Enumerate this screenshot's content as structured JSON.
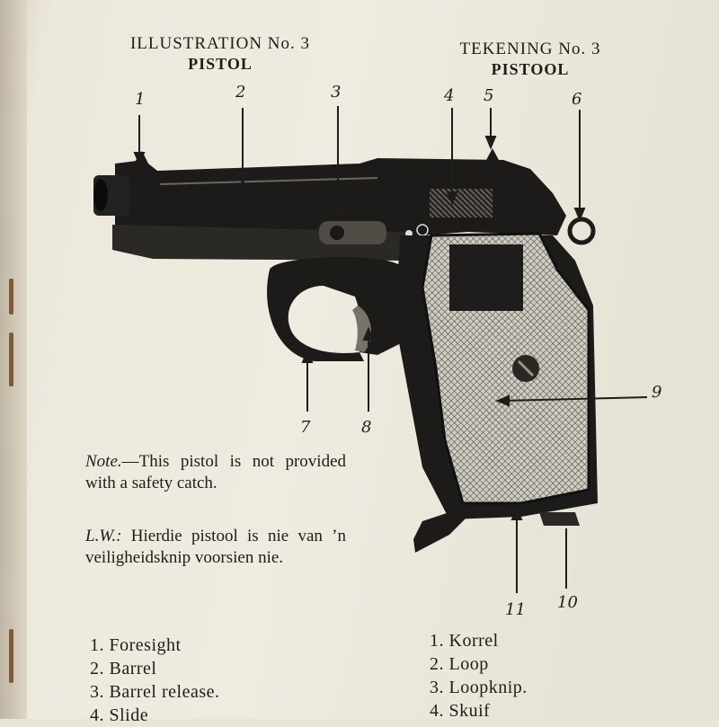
{
  "header_en": {
    "title": "ILLUSTRATION No. 3",
    "subtitle": "PISTOL"
  },
  "header_af": {
    "title": "TEKENING No. 3",
    "subtitle": "PISTOOL"
  },
  "callouts": [
    "1",
    "2",
    "3",
    "4",
    "5",
    "6",
    "7",
    "8",
    "9",
    "10",
    "11"
  ],
  "note_en": {
    "lead": "Note.",
    "text": "—This pistol is not provided with a safety catch."
  },
  "note_af": {
    "lead": "L.W.:",
    "text": " Hierdie pistool is nie van ’n veiligheidsknip voorsien nie."
  },
  "legend_en": [
    {
      "n": "1.",
      "label": "Foresight"
    },
    {
      "n": "2.",
      "label": "Barrel"
    },
    {
      "n": "3.",
      "label": "Barrel release."
    },
    {
      "n": "4.",
      "label": "Slide"
    }
  ],
  "legend_af": [
    {
      "n": "1.",
      "label": "Korrel"
    },
    {
      "n": "2.",
      "label": "Loop"
    },
    {
      "n": "3.",
      "label": "Loopknip."
    },
    {
      "n": "4.",
      "label": "Skuif"
    }
  ]
}
